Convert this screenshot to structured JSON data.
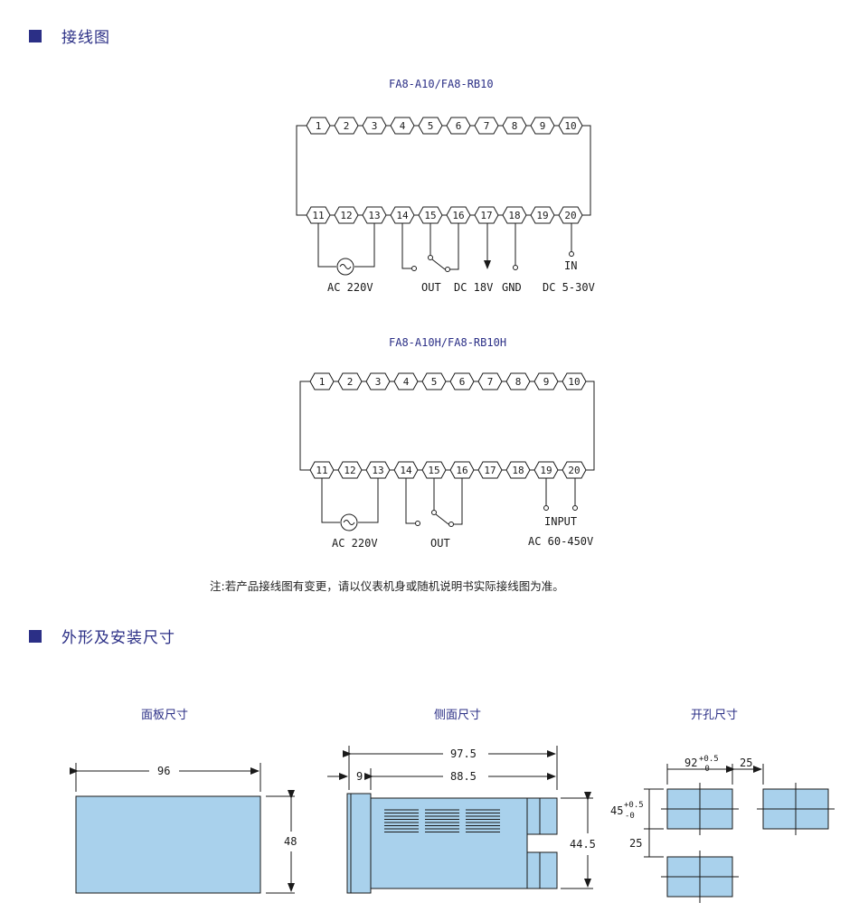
{
  "sections": {
    "wiring": "接线图",
    "dimensions": "外形及安装尺寸"
  },
  "diagram1": {
    "title": "FA8-A10/FA8-RB10",
    "top_terminals": [
      "1",
      "2",
      "3",
      "4",
      "5",
      "6",
      "7",
      "8",
      "9",
      "10"
    ],
    "bottom_terminals": [
      "11",
      "12",
      "13",
      "14",
      "15",
      "16",
      "17",
      "18",
      "19",
      "20"
    ],
    "labels": {
      "ac": "AC 220V",
      "out": "OUT",
      "dc18": "DC 18V",
      "gnd": "GND",
      "in": "IN",
      "dc": "DC 5-30V"
    }
  },
  "diagram2": {
    "title": "FA8-A10H/FA8-RB10H",
    "top_terminals": [
      "1",
      "2",
      "3",
      "4",
      "5",
      "6",
      "7",
      "8",
      "9",
      "10"
    ],
    "bottom_terminals": [
      "11",
      "12",
      "13",
      "14",
      "15",
      "16",
      "17",
      "18",
      "19",
      "20"
    ],
    "labels": {
      "ac": "AC 220V",
      "out": "OUT",
      "input": "INPUT",
      "ac_range": "AC 60-450V"
    }
  },
  "note": "注:若产品接线图有变更，请以仪表机身或随机说明书实际接线图为准。",
  "panel": {
    "title": "面板尺寸",
    "width": "96",
    "height": "48"
  },
  "side": {
    "title": "侧面尺寸",
    "total": "97.5",
    "front": "9",
    "body": "88.5",
    "height": "44.5"
  },
  "cutout": {
    "title": "开孔尺寸",
    "width": "92",
    "width_tol_plus": "+0.5",
    "width_tol_minus": "-0",
    "height": "45",
    "height_tol_plus": "+0.5",
    "height_tol_minus": "-0",
    "h_gap": "25",
    "v_gap": "25"
  },
  "colors": {
    "accent": "#2b2f86",
    "panel_fill": "#a9d1ec",
    "line": "#1a1a1a"
  }
}
